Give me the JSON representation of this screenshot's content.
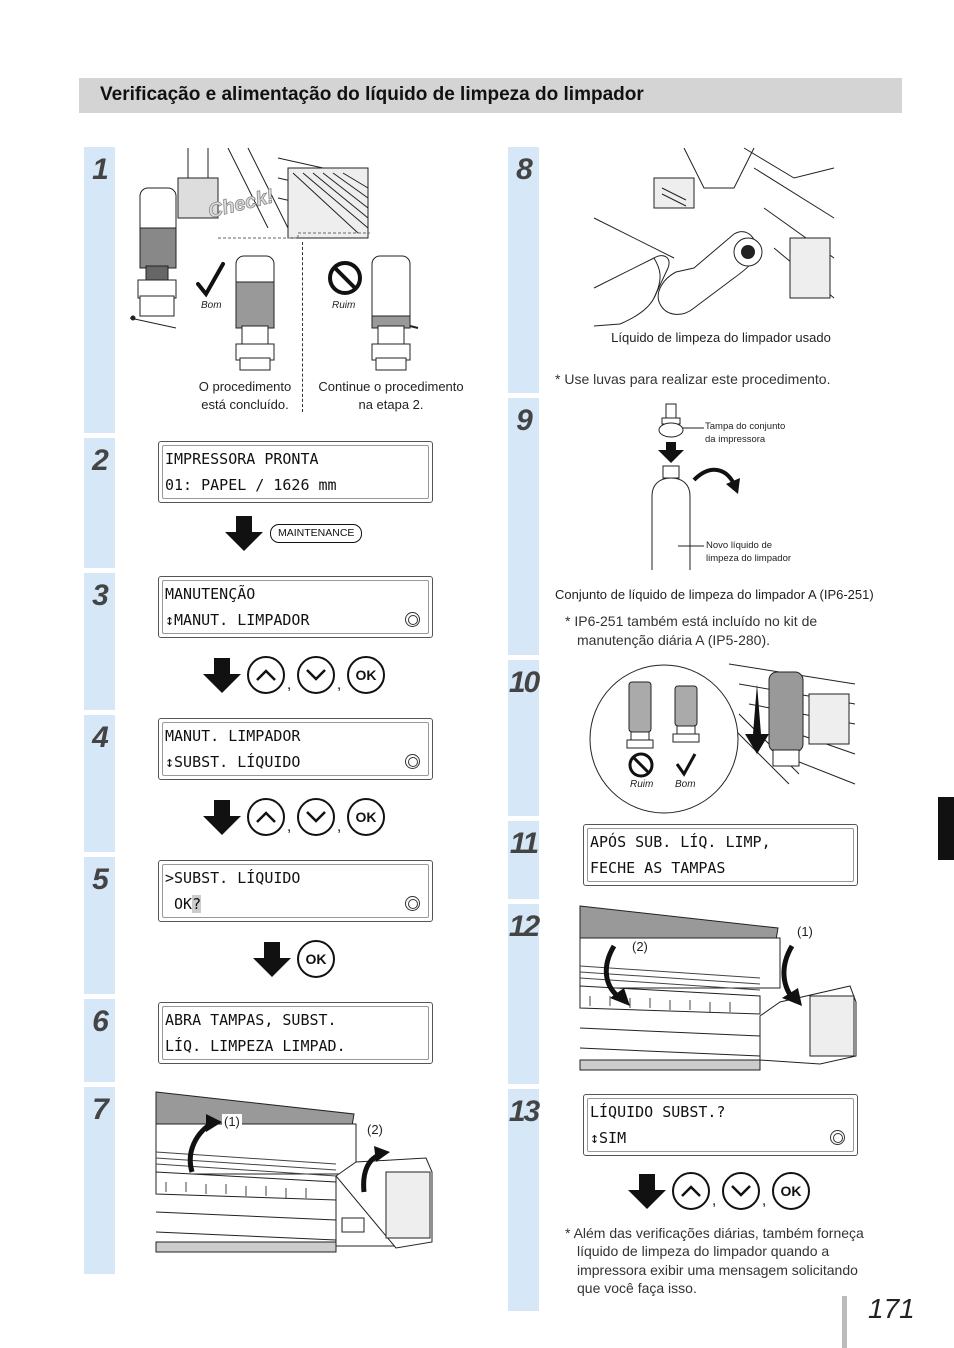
{
  "title": "Verificação e alimentação do líquido de limpeza do limpador",
  "step_numbers": [
    "1",
    "2",
    "3",
    "4",
    "5",
    "6",
    "7",
    "8",
    "9",
    "10",
    "11",
    "12",
    "13"
  ],
  "step1": {
    "check_label": "Check!",
    "good_label": "Bom",
    "bad_label": "Ruim",
    "good_caption_1": "O procedimento",
    "good_caption_2": "está concluído.",
    "bad_caption_1": "Continue o procedimento",
    "bad_caption_2": "na etapa 2."
  },
  "step2": {
    "lcd_line1": "IMPRESSORA PRONTA",
    "lcd_line2": "01: PAPEL / 1626 mm",
    "key_label": "MAINTENANCE"
  },
  "step3": {
    "lcd_line1": "MANUTENÇÃO",
    "lcd_line2": "↕MANUT. LIMPADOR"
  },
  "step4": {
    "lcd_line1": "MANUT. LIMPADOR",
    "lcd_line2": "↕SUBST. LÍQUIDO"
  },
  "step5": {
    "lcd_line1": ">SUBST. LÍQUIDO",
    "lcd_line2_a": " OK",
    "lcd_line2_b": "?"
  },
  "step6": {
    "lcd_line1": "ABRA TAMPAS, SUBST.",
    "lcd_line2": "LÍQ. LIMPEZA LIMPAD."
  },
  "step7": {
    "label_1": "(1)",
    "label_2": "(2)"
  },
  "step8": {
    "caption": "Líquido de limpeza do limpador usado",
    "note": "* Use luvas para realizar este procedimento."
  },
  "step9": {
    "cap_label_1": "Tampa do conjunto",
    "cap_label_2": "da impressora",
    "bottle_label_1": "Novo líquido de",
    "bottle_label_2": "limpeza do limpador",
    "kit_caption": "Conjunto de líquido de limpeza do limpador A (IP6-251)",
    "note_1": "* IP6-251 também está incluído no kit de",
    "note_2": "manutenção diária A (IP5-280)."
  },
  "step10": {
    "bad_label": "Ruim",
    "good_label": "Bom"
  },
  "step11": {
    "lcd_line1": "APÓS SUB. LÍQ. LIMP,",
    "lcd_line2": "FECHE AS TAMPAS"
  },
  "step12": {
    "label_1": "(1)",
    "label_2": "(2)"
  },
  "step13": {
    "lcd_line1": "LÍQUIDO SUBST.?",
    "lcd_line2": "↕SIM",
    "note_1": "* Além das verificações diárias, também forneça",
    "note_2": "líquido de limpeza do limpador quando a",
    "note_3": "impressora exibir uma mensagem solicitando",
    "note_4": "que você faça isso."
  },
  "keys": {
    "ok": "OK",
    "comma": ","
  },
  "page_number": "171"
}
